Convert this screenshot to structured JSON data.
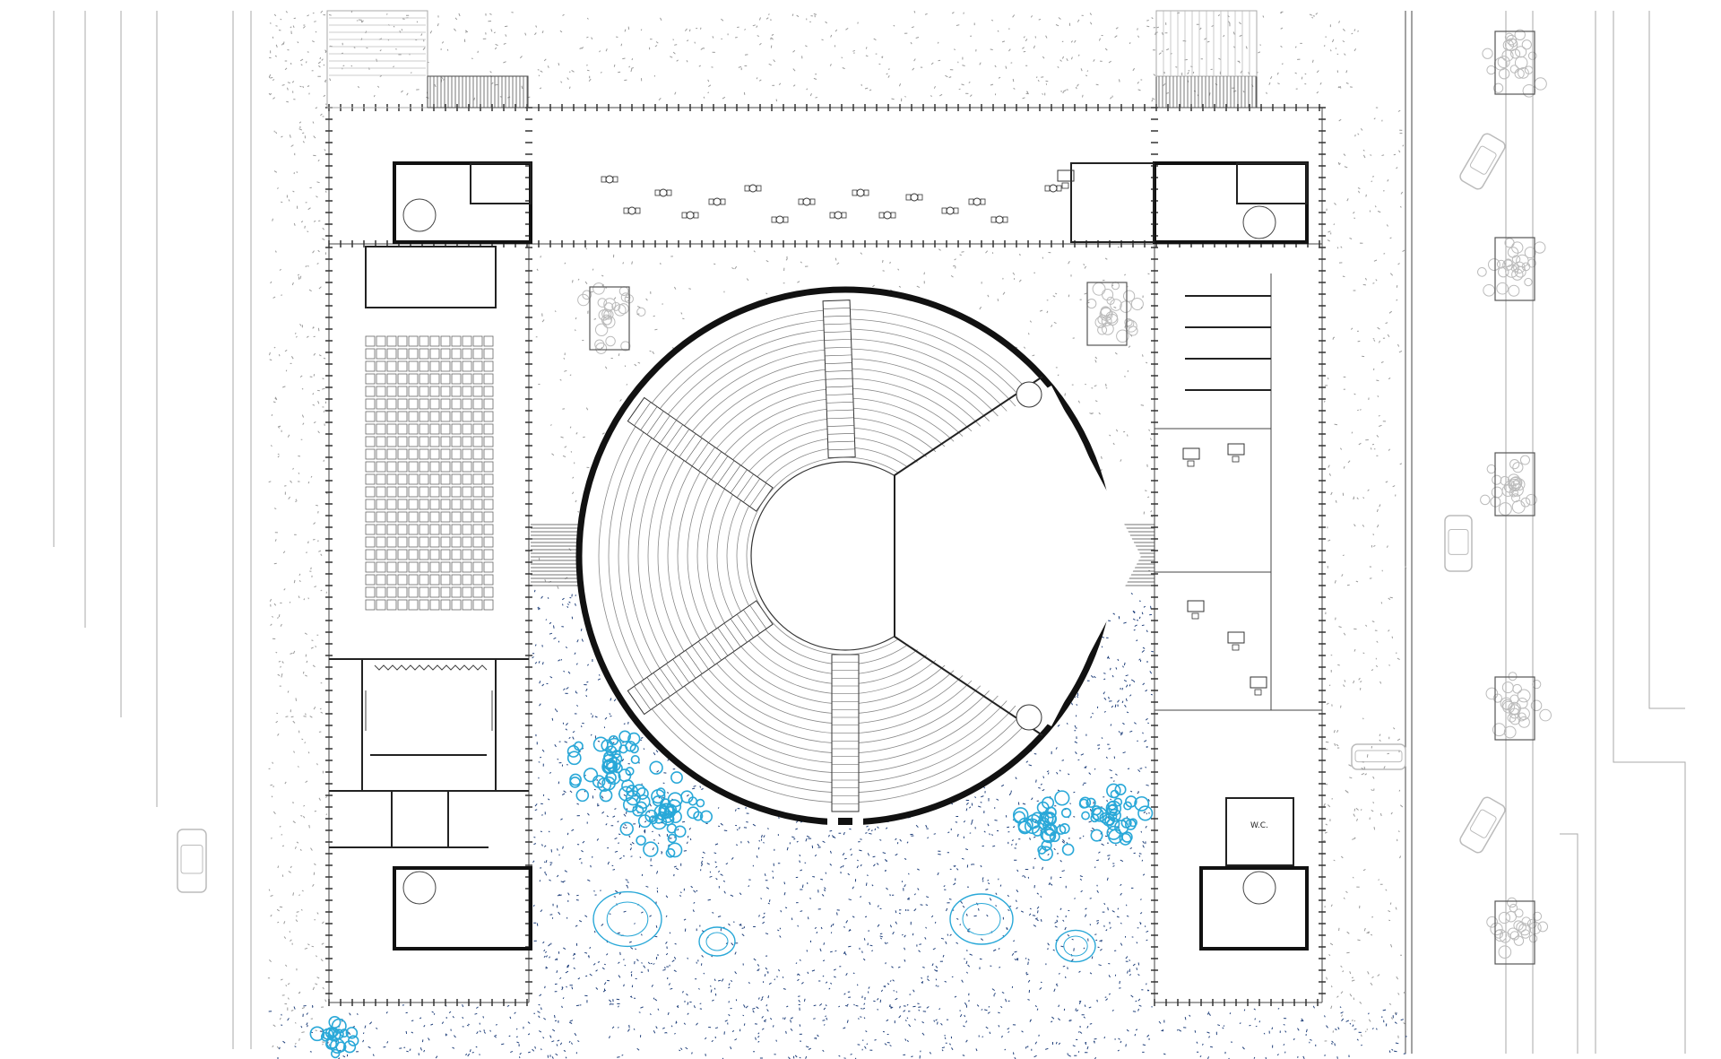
{
  "plan": {
    "room_labels": {
      "wc_right": "W.C."
    },
    "colors": {
      "background": "#ffffff",
      "wall": "#111111",
      "line": "#444444",
      "light_line": "#aaaaaa",
      "ground_dots": "#1f3f7a",
      "landscape_dots": "#9a9a9a",
      "trees": "#29a8d8"
    },
    "icons": [
      "auditorium",
      "staircase",
      "car",
      "tree",
      "chair",
      "table"
    ]
  }
}
